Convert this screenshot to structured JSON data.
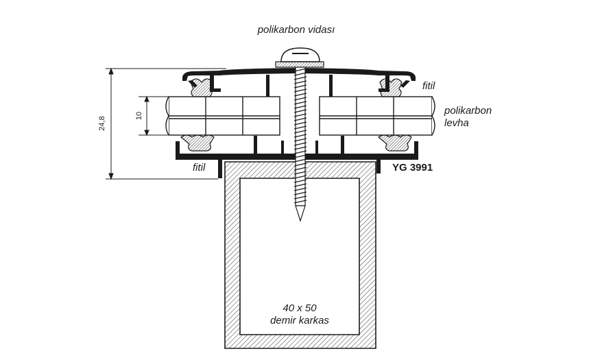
{
  "labels": {
    "screw": "polikarbon vidası",
    "gasket_top_right": "fitil",
    "sheet_line1": "polikarbon",
    "sheet_line2": "levha",
    "gasket_bottom_left": "fitil",
    "model_code": "YG 3991",
    "frame_line1": "40 x 50",
    "frame_line2": "demir karkas"
  },
  "dimensions": {
    "total_height": "24,8",
    "sheet_thickness": "10"
  },
  "colors": {
    "stroke": "#1a1a1a",
    "profile_fill": "#1a1a1a",
    "background": "#ffffff",
    "hatch": "#444444"
  }
}
